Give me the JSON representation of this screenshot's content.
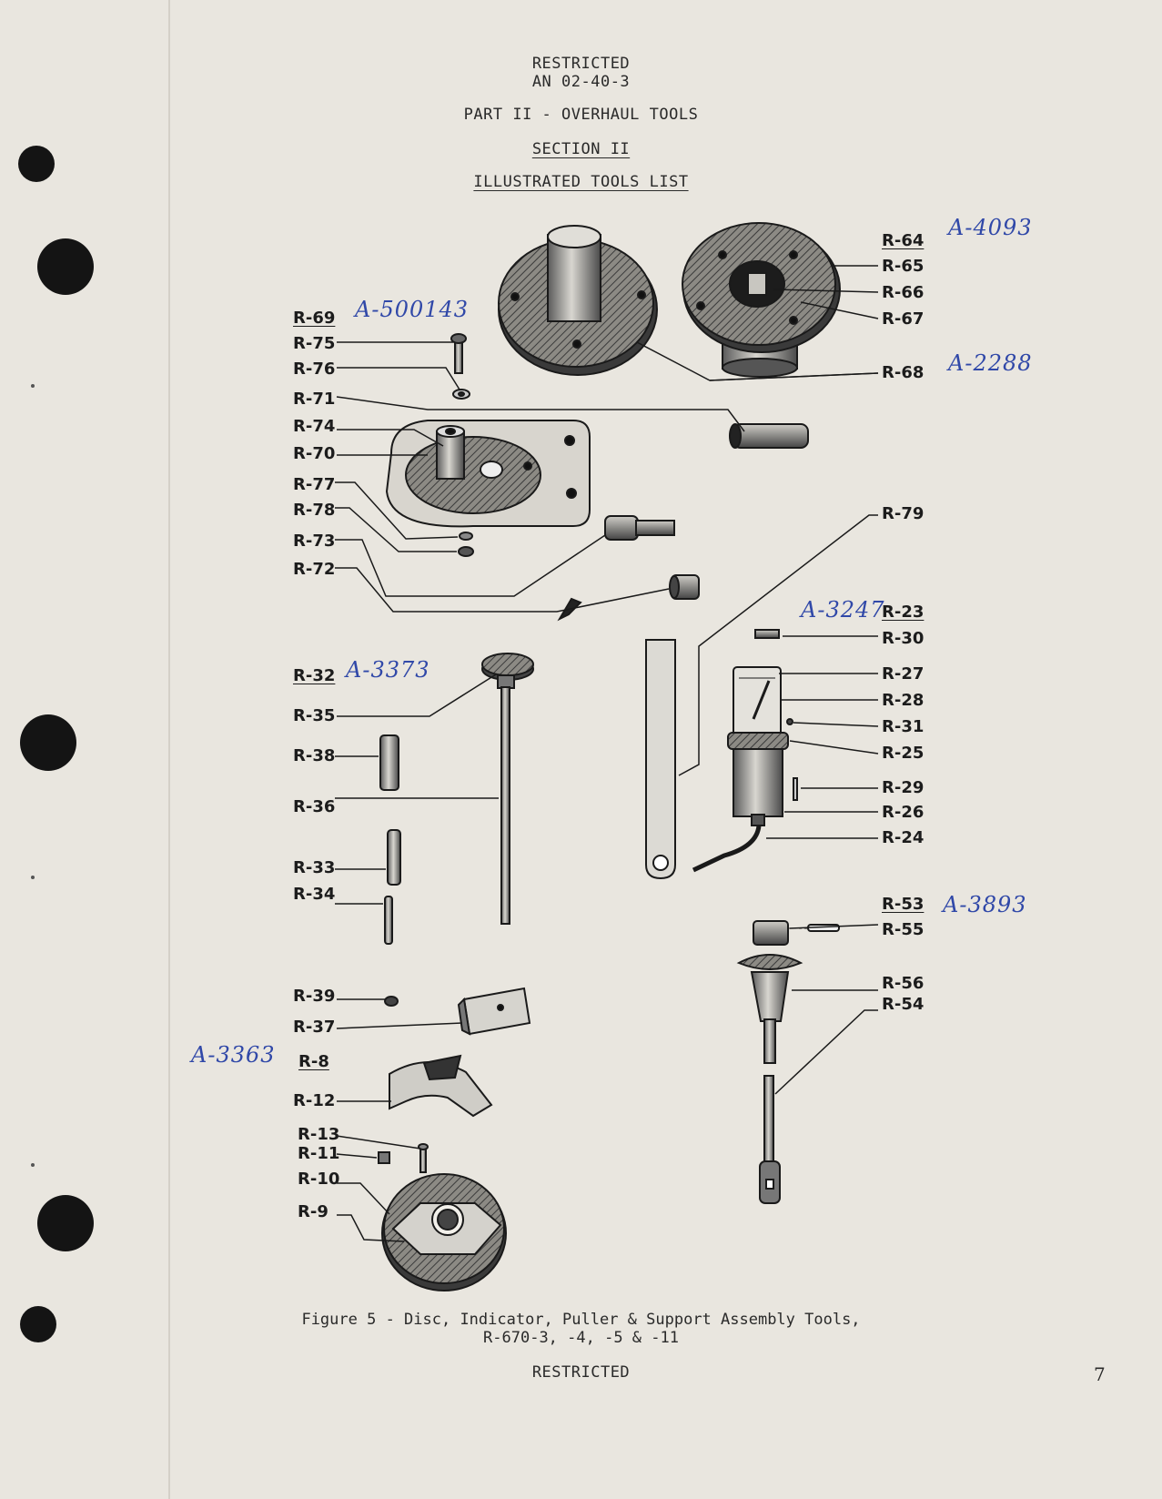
{
  "header": {
    "classification": "RESTRICTED",
    "doc_number": "AN 02-40-3",
    "part_title": "PART II - OVERHAUL TOOLS",
    "section": "SECTION II",
    "list_title": "ILLUSTRATED TOOLS LIST"
  },
  "callouts": {
    "r64": "R-64",
    "r65": "R-65",
    "r66": "R-66",
    "r67": "R-67",
    "r68": "R-68",
    "r69": "R-69",
    "r75": "R-75",
    "r76": "R-76",
    "r71": "R-71",
    "r74": "R-74",
    "r70": "R-70",
    "r77": "R-77",
    "r78": "R-78",
    "r73": "R-73",
    "r72": "R-72",
    "r79": "R-79",
    "r23": "R-23",
    "r30": "R-30",
    "r27": "R-27",
    "r28": "R-28",
    "r31": "R-31",
    "r25": "R-25",
    "r29": "R-29",
    "r26": "R-26",
    "r24": "R-24",
    "r32": "R-32",
    "r35": "R-35",
    "r38": "R-38",
    "r36": "R-36",
    "r33": "R-33",
    "r34": "R-34",
    "r53": "R-53",
    "r55": "R-55",
    "r56": "R-56",
    "r54": "R-54",
    "r39": "R-39",
    "r37": "R-37",
    "r8": "R-8",
    "r12": "R-12",
    "r13": "R-13",
    "r11": "R-11",
    "r10": "R-10",
    "r9": "R-9"
  },
  "handwritten": {
    "a4093": "A-4093",
    "a500143": "A-500143",
    "a2288": "A-2288",
    "a3247": "A-3247",
    "a3373": "A-3373",
    "a3893": "A-3893",
    "a3363": "A-3363"
  },
  "caption": {
    "line1": "Figure 5 - Disc, Indicator, Puller & Support Assembly Tools,",
    "line2": "R-670-3, -4, -5 & -11"
  },
  "footer": {
    "classification": "RESTRICTED",
    "page_number": "7"
  }
}
